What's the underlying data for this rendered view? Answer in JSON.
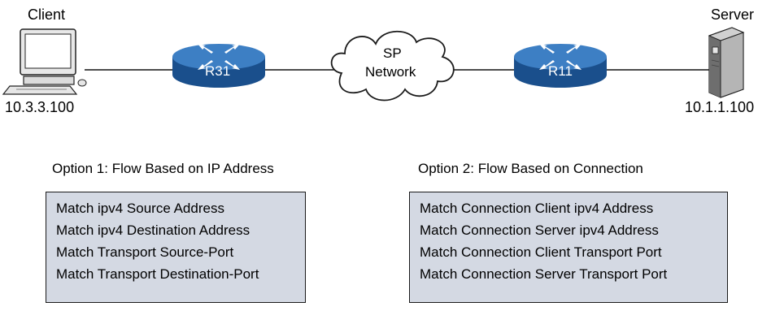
{
  "topology": {
    "client_label": "Client",
    "client_ip": "10.3.3.100",
    "router_left_label": "R31",
    "cloud_label_line1": "SP",
    "cloud_label_line2": "Network",
    "router_right_label": "R11",
    "server_label": "Server",
    "server_ip": "10.1.1.100"
  },
  "options": [
    {
      "title": "Option 1: Flow Based on IP Address",
      "rows": [
        "Match ipv4 Source Address",
        "Match ipv4 Destination Address",
        "Match Transport Source-Port",
        "Match Transport Destination-Port"
      ]
    },
    {
      "title": "Option 2: Flow Based on Connection",
      "rows": [
        "Match Connection Client ipv4 Address",
        "Match Connection Server ipv4 Address",
        "Match Connection Client Transport Port",
        "Match Connection Server Transport Port"
      ]
    }
  ],
  "colors": {
    "router_blue": "#1e5a9a",
    "box_fill": "#d4d9e3",
    "cloud_stroke": "#1a1a1a"
  }
}
